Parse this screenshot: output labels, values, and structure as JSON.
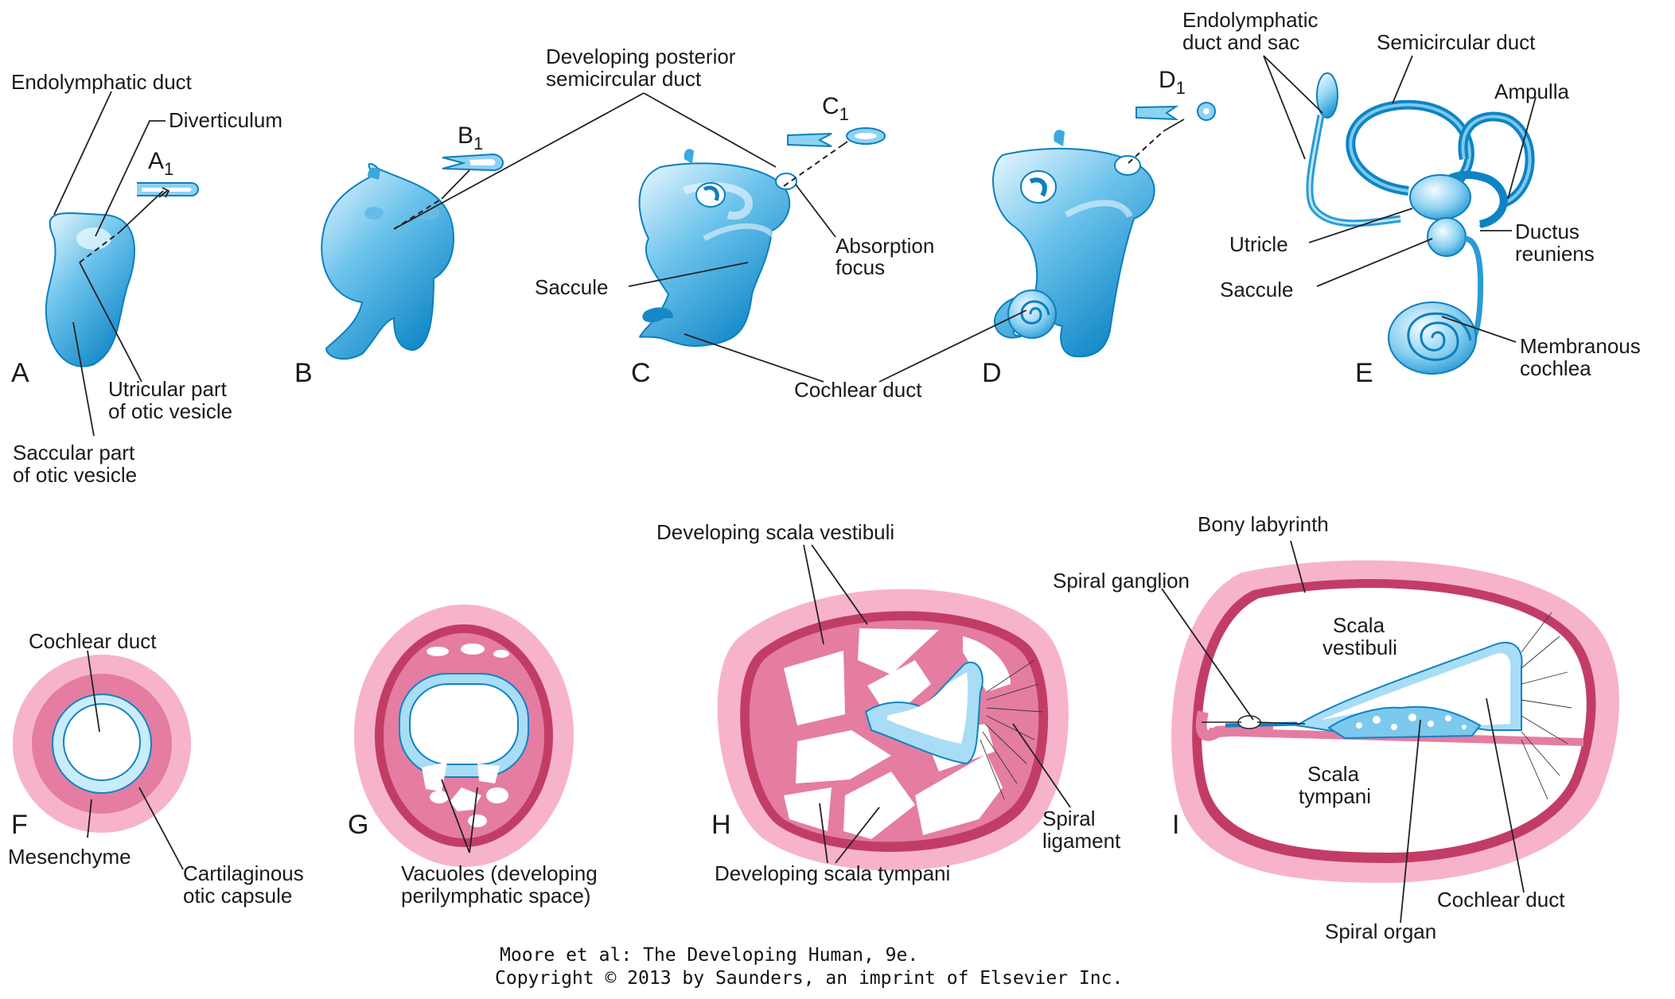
{
  "panels": {
    "A": "A",
    "B": "B",
    "C": "C",
    "D": "D",
    "E": "E",
    "F": "F",
    "G": "G",
    "H": "H",
    "I": "I"
  },
  "section_labels": {
    "a1": "A",
    "a1_sub": "1",
    "b1": "B",
    "b1_sub": "1",
    "c1": "C",
    "c1_sub": "1",
    "d1": "D",
    "d1_sub": "1"
  },
  "labels": {
    "endolymphatic_duct": "Endolymphatic duct",
    "diverticulum": "Diverticulum",
    "utricular_part_1": "Utricular part",
    "utricular_part_2": "of otic vesicle",
    "saccular_part_1": "Saccular part",
    "saccular_part_2": "of otic vesicle",
    "dev_posterior_1": "Developing posterior",
    "dev_posterior_2": "semicircular duct",
    "absorption_1": "Absorption",
    "absorption_2": "focus",
    "saccule_c": "Saccule",
    "cochlear_duct_cd": "Cochlear duct",
    "endolymphatic_sac_1": "Endolymphatic",
    "endolymphatic_sac_2": "duct and sac",
    "semicircular_duct": "Semicircular duct",
    "ampulla": "Ampulla",
    "utricle": "Utricle",
    "ductus_1": "Ductus",
    "ductus_2": "reuniens",
    "saccule_e": "Saccule",
    "membranous_1": "Membranous",
    "membranous_2": "cochlea",
    "cochlear_duct_f": "Cochlear duct",
    "mesenchyme": "Mesenchyme",
    "cartilaginous_1": "Cartilaginous",
    "cartilaginous_2": "otic capsule",
    "vacuoles_1": "Vacuoles (developing",
    "vacuoles_2": "perilymphatic space)",
    "dev_scala_vestibuli": "Developing scala vestibuli",
    "dev_scala_tympani": "Developing scala tympani",
    "spiral_ligament_1": "Spiral",
    "spiral_ligament_2": "ligament",
    "bony_labyrinth": "Bony labyrinth",
    "spiral_ganglion": "Spiral ganglion",
    "scala_vestibuli_1": "Scala",
    "scala_vestibuli_2": "vestibuli",
    "scala_tympani_1": "Scala",
    "scala_tympani_2": "tympani",
    "cochlear_duct_i": "Cochlear duct",
    "spiral_organ": "Spiral organ"
  },
  "credit": {
    "line1": "Moore et al: The Developing Human, 9e.",
    "line2": "Copyright © 2013 by Saunders, an imprint of Elsevier Inc."
  },
  "colors": {
    "blue_light": "#d8f1fc",
    "blue": "#4fb6e6",
    "blue_dark": "#0e84c4",
    "pink_light": "#f7b3cc",
    "pink": "#e47da1",
    "crimson": "#c23d66"
  }
}
